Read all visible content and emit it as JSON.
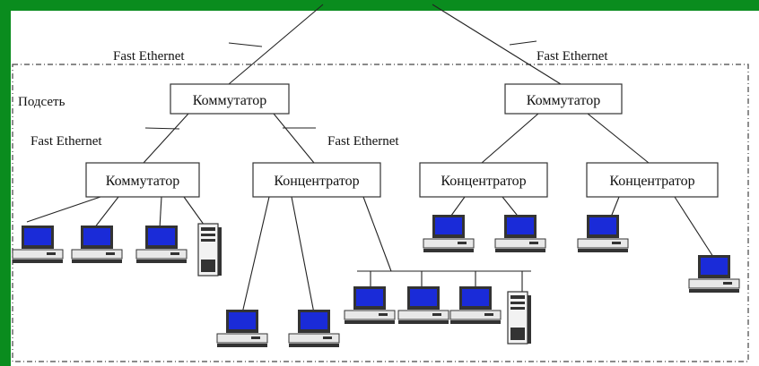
{
  "labels": {
    "subnet": "Подсеть",
    "fe_top_left": "Fast Ethernet",
    "fe_top_right": "Fast Ethernet",
    "fe_mid_left": "Fast Ethernet",
    "fe_mid_right": "Fast Ethernet"
  },
  "nodes": {
    "switch_l1_left": "Коммутатор",
    "switch_l1_right": "Коммутатор",
    "switch_l2": "Коммутатор",
    "hub_l2_mid": "Концентратор",
    "hub_l2_right_a": "Концентратор",
    "hub_l2_right_b": "Концентратор"
  },
  "colors": {
    "background": "#0a8c1e",
    "panel": "#ffffff",
    "screen": "#1a2bd8",
    "lines": "#222222"
  },
  "icons": {
    "workstation": "desktop-computer-icon",
    "tower": "server-tower-icon"
  }
}
